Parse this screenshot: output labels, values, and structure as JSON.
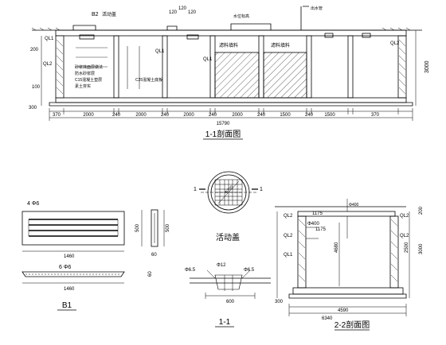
{
  "section_1_1": {
    "title": "1-1剖面图",
    "labels": {
      "b2": "B2",
      "cover": "活动盖",
      "mesh_a": "120",
      "mesh_b": "120",
      "mesh_c": "120",
      "ql1_left": "QL1",
      "ql2_left": "QL2",
      "ql1_mid": "QL1",
      "ql1_right": "QL1",
      "ql2_right": "QL2",
      "dim_200": "200",
      "dim_100": "100",
      "dim_3000": "3000",
      "dim_300": "300",
      "note_1": "砂浆抹面层做法",
      "note_2": "防水砂浆层",
      "note_3": "C15混凝土垫层",
      "note_4": "素土夯实",
      "note_c25": "C25混凝土底板",
      "fill_1": "滤料填料",
      "fill_2": "滤料填料",
      "annot_top": "水位标高",
      "annot_right": "出水管"
    },
    "dims": [
      "370",
      "2000",
      "240",
      "2000",
      "240",
      "2000",
      "240",
      "2000",
      "240",
      "1500",
      "240",
      "1500",
      "370"
    ],
    "total": "15790"
  },
  "b1": {
    "title": "B1",
    "rebar_top": "4 Φ6",
    "rebar_bottom": "6 Φ6",
    "length_top": "1460",
    "length_bottom": "1460",
    "height": "500",
    "height_side": "500",
    "side_width": "60",
    "thickness": "60"
  },
  "cover": {
    "title": "活动盖",
    "mark_1": "1",
    "mark_2": "1",
    "diameter": "Φ700"
  },
  "section_1_1_small": {
    "title": "1-1",
    "rebar_left": "Φ6.5",
    "rebar_right": "Φ6.5",
    "ring": "Φ12",
    "width": "600"
  },
  "section_2_2": {
    "title": "2-2剖面图",
    "ql2_tl": "QL2",
    "ql2_tr": "QL2",
    "ql2_ml": "QL2",
    "ql2_mr": "QL2",
    "ql1_ml": "QL1",
    "pipe": "Φ400",
    "pipe_2": "Φ400",
    "dim_1175_a": "1175",
    "dim_1175_b": "1175",
    "dim_4680": "4680",
    "dim_2500": "2500",
    "dim_200": "200",
    "dim_3000": "3000",
    "dim_300": "300",
    "dim_4590": "4590",
    "dim_6340": "6340"
  }
}
